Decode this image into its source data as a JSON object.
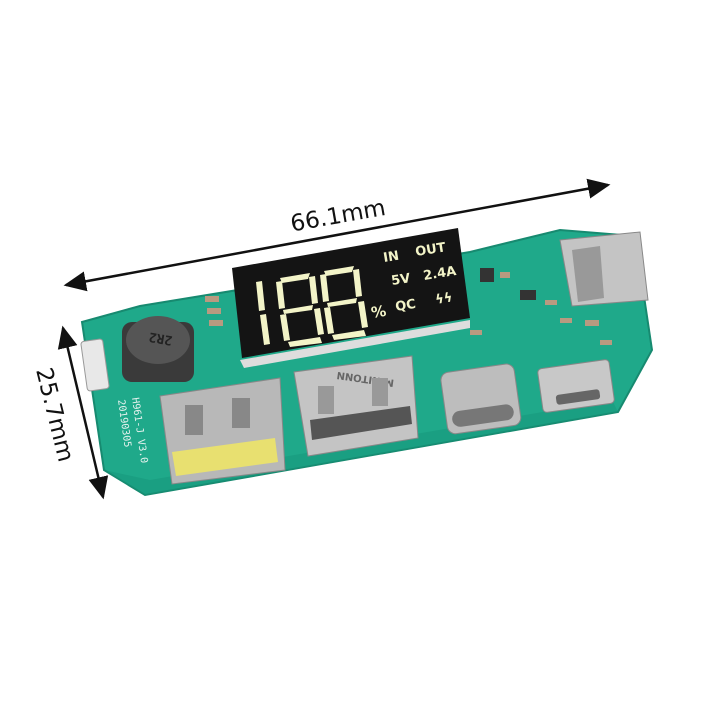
{
  "dimensions": {
    "width": "66.1mm",
    "height": "25.7mm"
  },
  "display": {
    "digits": "188",
    "in": "IN",
    "out": "OUT",
    "voltage": "5V",
    "current": "2.4A",
    "percent": "%",
    "qc": "QC",
    "charge_symbol": "lightning-icon"
  },
  "board": {
    "inductor": "2R2",
    "model": "H961-J V3.0",
    "date": "20190305",
    "usb_brand": "MINITONN"
  },
  "colors": {
    "pcb": "#1fa98a",
    "lcd": "#111111",
    "segment": "#f3f4c8",
    "usb_insert": "#e8e070"
  }
}
